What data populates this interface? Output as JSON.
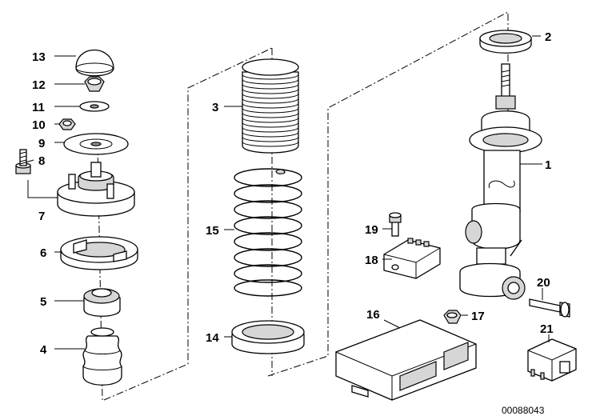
{
  "diagram": {
    "callouts": [
      "1",
      "2",
      "3",
      "4",
      "5",
      "6",
      "7",
      "8",
      "9",
      "10",
      "11",
      "12",
      "13",
      "14",
      "15",
      "16",
      "17",
      "18",
      "19",
      "20",
      "21"
    ],
    "image_code": "00088043"
  }
}
